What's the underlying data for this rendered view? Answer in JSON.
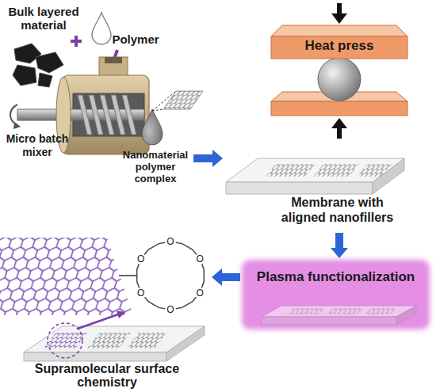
{
  "diagram": {
    "nodes": [
      {
        "text": [
          "Micro batch mixer"
        ]
      },
      {
        "text": [
          "Nanomaterial polymer complex"
        ]
      },
      {
        "text": [
          "Heat press"
        ]
      },
      {
        "text": [
          "Membrane with aligned nanofillers"
        ]
      },
      {
        "text": [
          "Plasma functionalization"
        ]
      },
      {
        "text": [
          "Supramolecular surface chemistry"
        ]
      }
    ],
    "edges": [
      {
        "from": 1,
        "to": 3,
        "arrow": "to"
      },
      {
        "from": 3,
        "to": 4,
        "arrow": "to"
      },
      {
        "from": 4,
        "to": 5,
        "arrow": "to"
      }
    ],
    "labels": [
      "Bulk layered material",
      "Polymer",
      "O",
      "O",
      "O",
      "O",
      "O",
      "O"
    ]
  }
}
